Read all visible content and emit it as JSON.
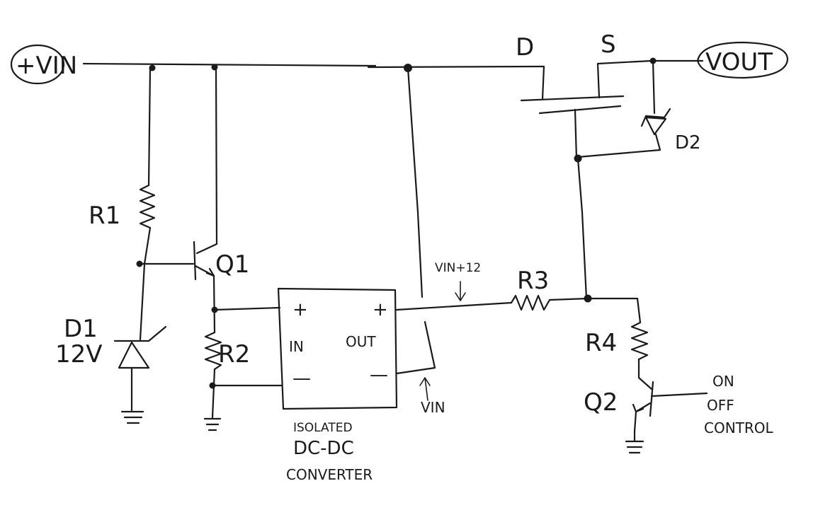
{
  "terminals": {
    "vin": "+VIN",
    "vout": "VOUT"
  },
  "mosfet": {
    "drain": "D",
    "source": "S"
  },
  "components": {
    "r1": "R1",
    "r2": "R2",
    "r3": "R3",
    "r4": "R4",
    "d1": "D1",
    "d1_value": "12V",
    "d2": "D2",
    "q1": "Q1",
    "q2": "Q2"
  },
  "converter": {
    "in_plus": "+",
    "in_label": "IN",
    "in_minus": "—",
    "out_plus": "+",
    "out_label": "OUT",
    "out_minus": "—",
    "caption_line1": "ISOLATED",
    "caption_line2": "DC-DC",
    "caption_line3": "CONVERTER"
  },
  "annotations": {
    "vin_plus_12": "VIN+12",
    "vin_ref": "VIN"
  },
  "control": {
    "line1": "ON",
    "line2": "OFF",
    "line3": "CONTROL"
  }
}
